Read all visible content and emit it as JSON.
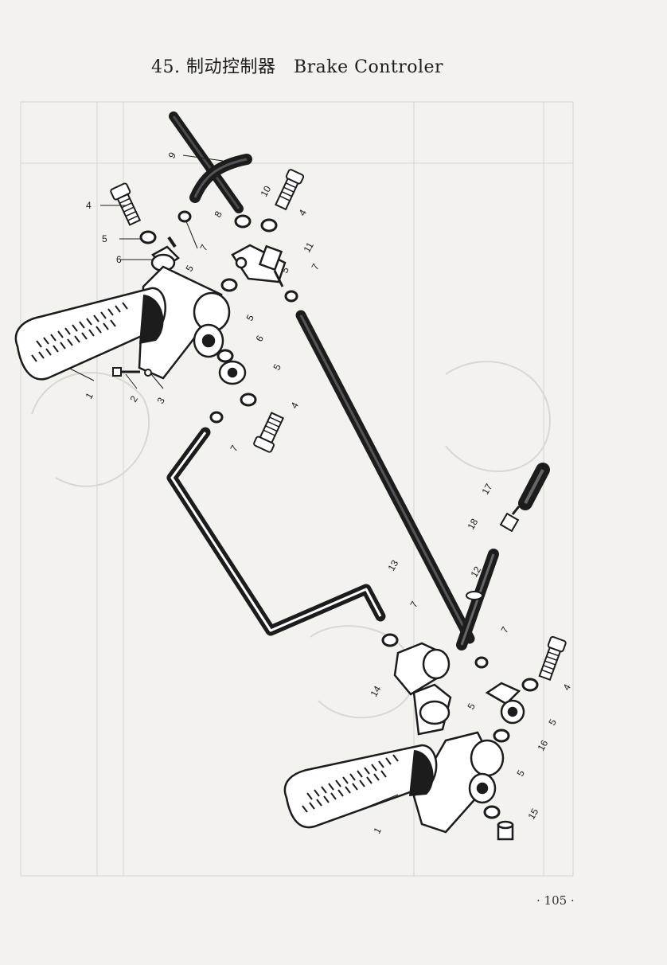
{
  "title": "45. 制动控制器　Brake Controler",
  "page_number": "· 105 ·",
  "colors": {
    "paper": "#f3f2ee",
    "ink": "#1c1c1c",
    "bleed": "#cbc9c3"
  },
  "callouts": [
    {
      "id": "c1a",
      "text": "1"
    },
    {
      "id": "c2",
      "text": "2"
    },
    {
      "id": "c3",
      "text": "3"
    },
    {
      "id": "c4a",
      "text": "4"
    },
    {
      "id": "c4b",
      "text": "4"
    },
    {
      "id": "c4c",
      "text": "4"
    },
    {
      "id": "c4d",
      "text": "4"
    },
    {
      "id": "c5a",
      "text": "5"
    },
    {
      "id": "c5b",
      "text": "5"
    },
    {
      "id": "c5c",
      "text": "5"
    },
    {
      "id": "c5d",
      "text": "5"
    },
    {
      "id": "c5e",
      "text": "5"
    },
    {
      "id": "c5f",
      "text": "5"
    },
    {
      "id": "c5g",
      "text": "5"
    },
    {
      "id": "c5h",
      "text": "5"
    },
    {
      "id": "c6a",
      "text": "6"
    },
    {
      "id": "c6b",
      "text": "6"
    },
    {
      "id": "c7a",
      "text": "7"
    },
    {
      "id": "c7b",
      "text": "7"
    },
    {
      "id": "c7c",
      "text": "7"
    },
    {
      "id": "c7d",
      "text": "7"
    },
    {
      "id": "c7e",
      "text": "7"
    },
    {
      "id": "c8",
      "text": "8"
    },
    {
      "id": "c9",
      "text": "9"
    },
    {
      "id": "c10",
      "text": "10"
    },
    {
      "id": "c11",
      "text": "11"
    },
    {
      "id": "c12",
      "text": "12"
    },
    {
      "id": "c13",
      "text": "13"
    },
    {
      "id": "c14",
      "text": "14"
    },
    {
      "id": "c15",
      "text": "15"
    },
    {
      "id": "c16",
      "text": "16"
    },
    {
      "id": "c17",
      "text": "17"
    },
    {
      "id": "c18",
      "text": "18"
    },
    {
      "id": "c1b",
      "text": "1"
    }
  ]
}
